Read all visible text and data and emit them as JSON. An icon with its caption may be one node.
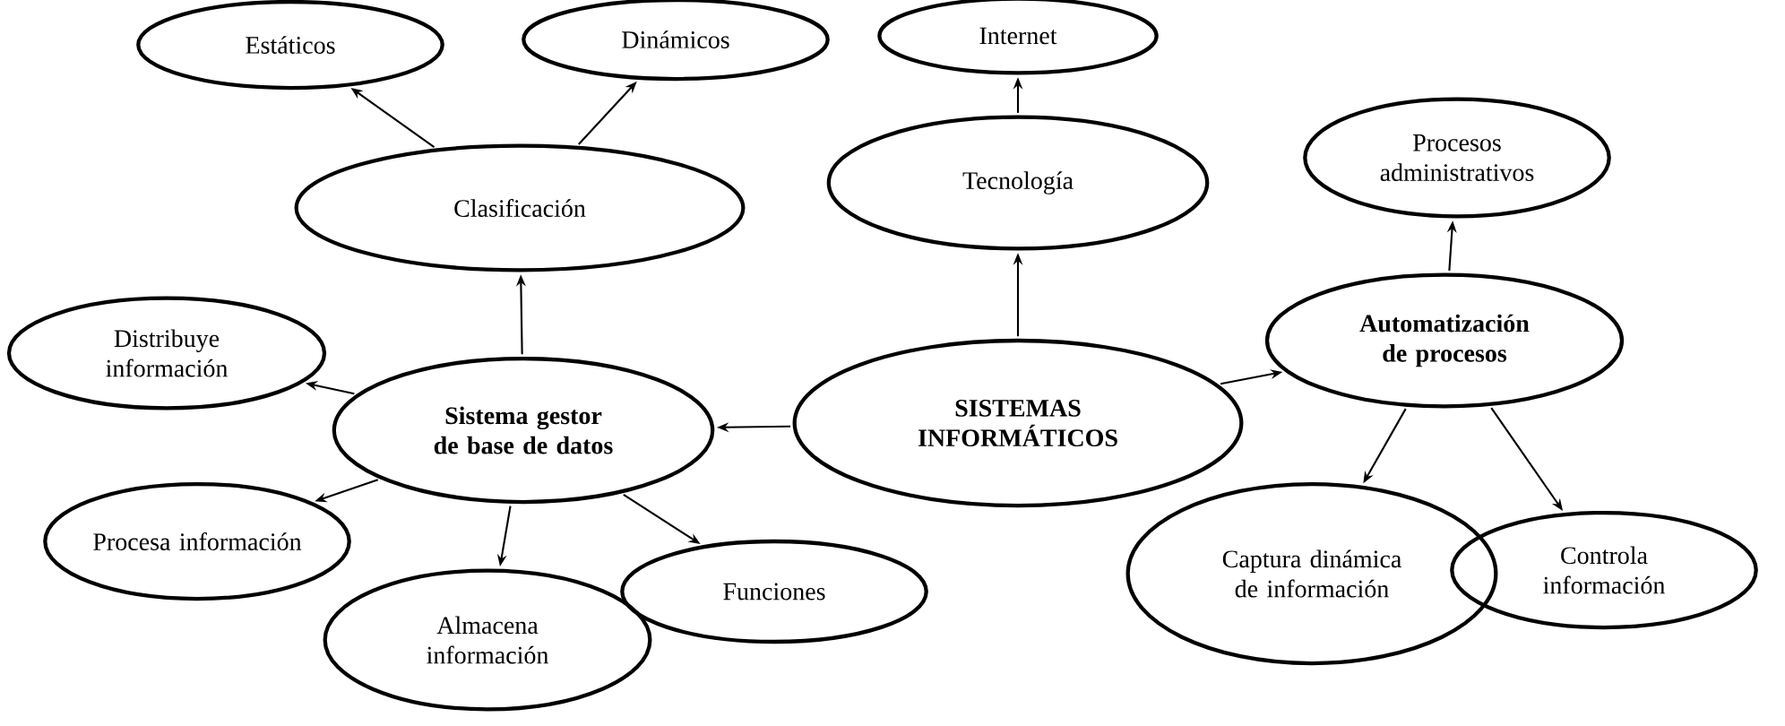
{
  "diagram": {
    "nodes": [
      {
        "text": [
          "SISTEMAS INFORMÁTICOS"
        ]
      },
      {
        "text": [
          "Sistema gestor de base de datos"
        ]
      },
      {
        "text": [
          "Clasificación"
        ]
      },
      {
        "text": [
          "Estáticos"
        ]
      },
      {
        "text": [
          "Dinámicos"
        ]
      },
      {
        "text": [
          "Internet"
        ]
      },
      {
        "text": [
          "Tecnología"
        ]
      },
      {
        "text": [
          "Automatización de procesos"
        ]
      },
      {
        "text": [
          "Procesos administrativos"
        ]
      },
      {
        "text": [
          "Distribuye información"
        ]
      },
      {
        "text": [
          "Procesa información"
        ]
      },
      {
        "text": [
          "Almacena información"
        ]
      },
      {
        "text": [
          "Funciones"
        ]
      },
      {
        "text": [
          "Captura dinámica de información"
        ]
      },
      {
        "text": [
          "Controla información"
        ]
      }
    ],
    "edges": [
      {
        "from": 0,
        "to": 1,
        "arrow": "to"
      },
      {
        "from": 1,
        "to": 2,
        "arrow": "to"
      },
      {
        "from": 2,
        "to": 3,
        "arrow": "to"
      },
      {
        "from": 2,
        "to": 4,
        "arrow": "to"
      },
      {
        "from": 0,
        "to": 6,
        "arrow": "to"
      },
      {
        "from": 6,
        "to": 5,
        "arrow": "to"
      },
      {
        "from": 0,
        "to": 7,
        "arrow": "to"
      },
      {
        "from": 7,
        "to": 8,
        "arrow": "to"
      },
      {
        "from": 7,
        "to": 13,
        "arrow": "to"
      },
      {
        "from": 7,
        "to": 14,
        "arrow": "to"
      },
      {
        "from": 1,
        "to": 9,
        "arrow": "to"
      },
      {
        "from": 1,
        "to": 10,
        "arrow": "to"
      },
      {
        "from": 1,
        "to": 11,
        "arrow": "to"
      },
      {
        "from": 1,
        "to": 12,
        "arrow": "to"
      }
    ]
  }
}
